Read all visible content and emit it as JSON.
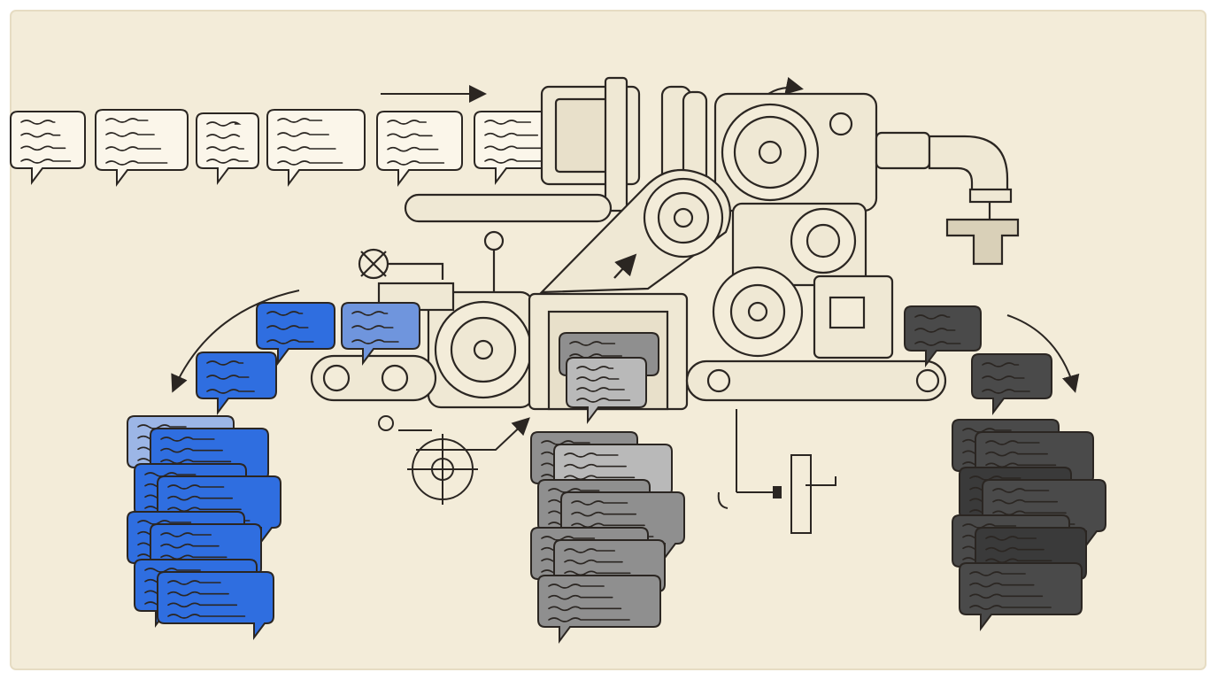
{
  "palette": {
    "paper": "#f3ecd9",
    "paper_edge": "#e6dcc3",
    "ink": "#2b2622",
    "blue": "#2f6ee0",
    "blue_light": "#6f95dd",
    "blue_pale": "#9cb6e6",
    "gray": "#8f8f8f",
    "gray_light": "#b9b9b9",
    "dark": "#4a4a4a",
    "dark_deep": "#3a3a3a"
  },
  "icons": {
    "incoming": "speech-bubble-icon",
    "machine": "gear-machine-icon",
    "flow": "arrow-icon"
  },
  "diagram": {
    "incoming_bubble_count": 6,
    "output_groups": [
      {
        "key": "blue",
        "stack_count": 8,
        "emitted_count": 3
      },
      {
        "key": "gray",
        "stack_count": 7,
        "emitted_count": 2
      },
      {
        "key": "dark",
        "stack_count": 7,
        "emitted_count": 2
      }
    ]
  }
}
